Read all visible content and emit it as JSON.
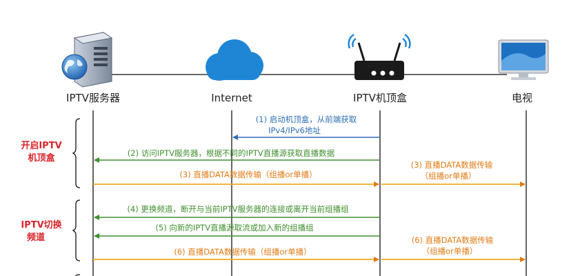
{
  "entities": [
    {
      "label": "IPTV服务器",
      "icon": "server-icon"
    },
    {
      "label": "Internet",
      "icon": "cloud-icon"
    },
    {
      "label": "IPTV机顶盒",
      "icon": "router-icon"
    },
    {
      "label": "电视",
      "icon": "monitor-icon"
    }
  ],
  "phases": [
    {
      "line1": "开启IPTV",
      "line2": "机顶盒"
    },
    {
      "line1": "IPTV切换",
      "line2": "频道"
    }
  ],
  "messages": [
    {
      "line1": "(1) 启动机顶盒，从前端获取",
      "line2": "IPv4/IPv6地址",
      "color": "#2e6fb5"
    },
    {
      "line1": "(2) 访问IPTV服务器，根据不同的IPTV直播源获取直播数据",
      "color": "#3f8f2e"
    },
    {
      "line1": "(3) 直播DATA数据传输（组播or单播）",
      "color": "#e07b15"
    },
    {
      "line1": "(3) 直播DATA数据传输",
      "line2": "（组播or单播）",
      "color": "#e07b15"
    },
    {
      "line1": "(4) 更换频道，断开与当前IPTV服务器的连接或离开当前组播组",
      "color": "#3f8f2e"
    },
    {
      "line1": "(5) 向新的IPTV直播源取流或加入新的组播组",
      "color": "#3f8f2e"
    },
    {
      "line1": "(6) 直播DATA数据传输（组播or单播）",
      "color": "#e07b15"
    },
    {
      "line1": "(6) 直播DATA数据传输",
      "line2": "（组播or单播）",
      "color": "#e07b15"
    }
  ],
  "colors": {
    "lifeline": "#111111",
    "phase_red": "#d9262b",
    "cloud_blue": "#1f86d6"
  }
}
